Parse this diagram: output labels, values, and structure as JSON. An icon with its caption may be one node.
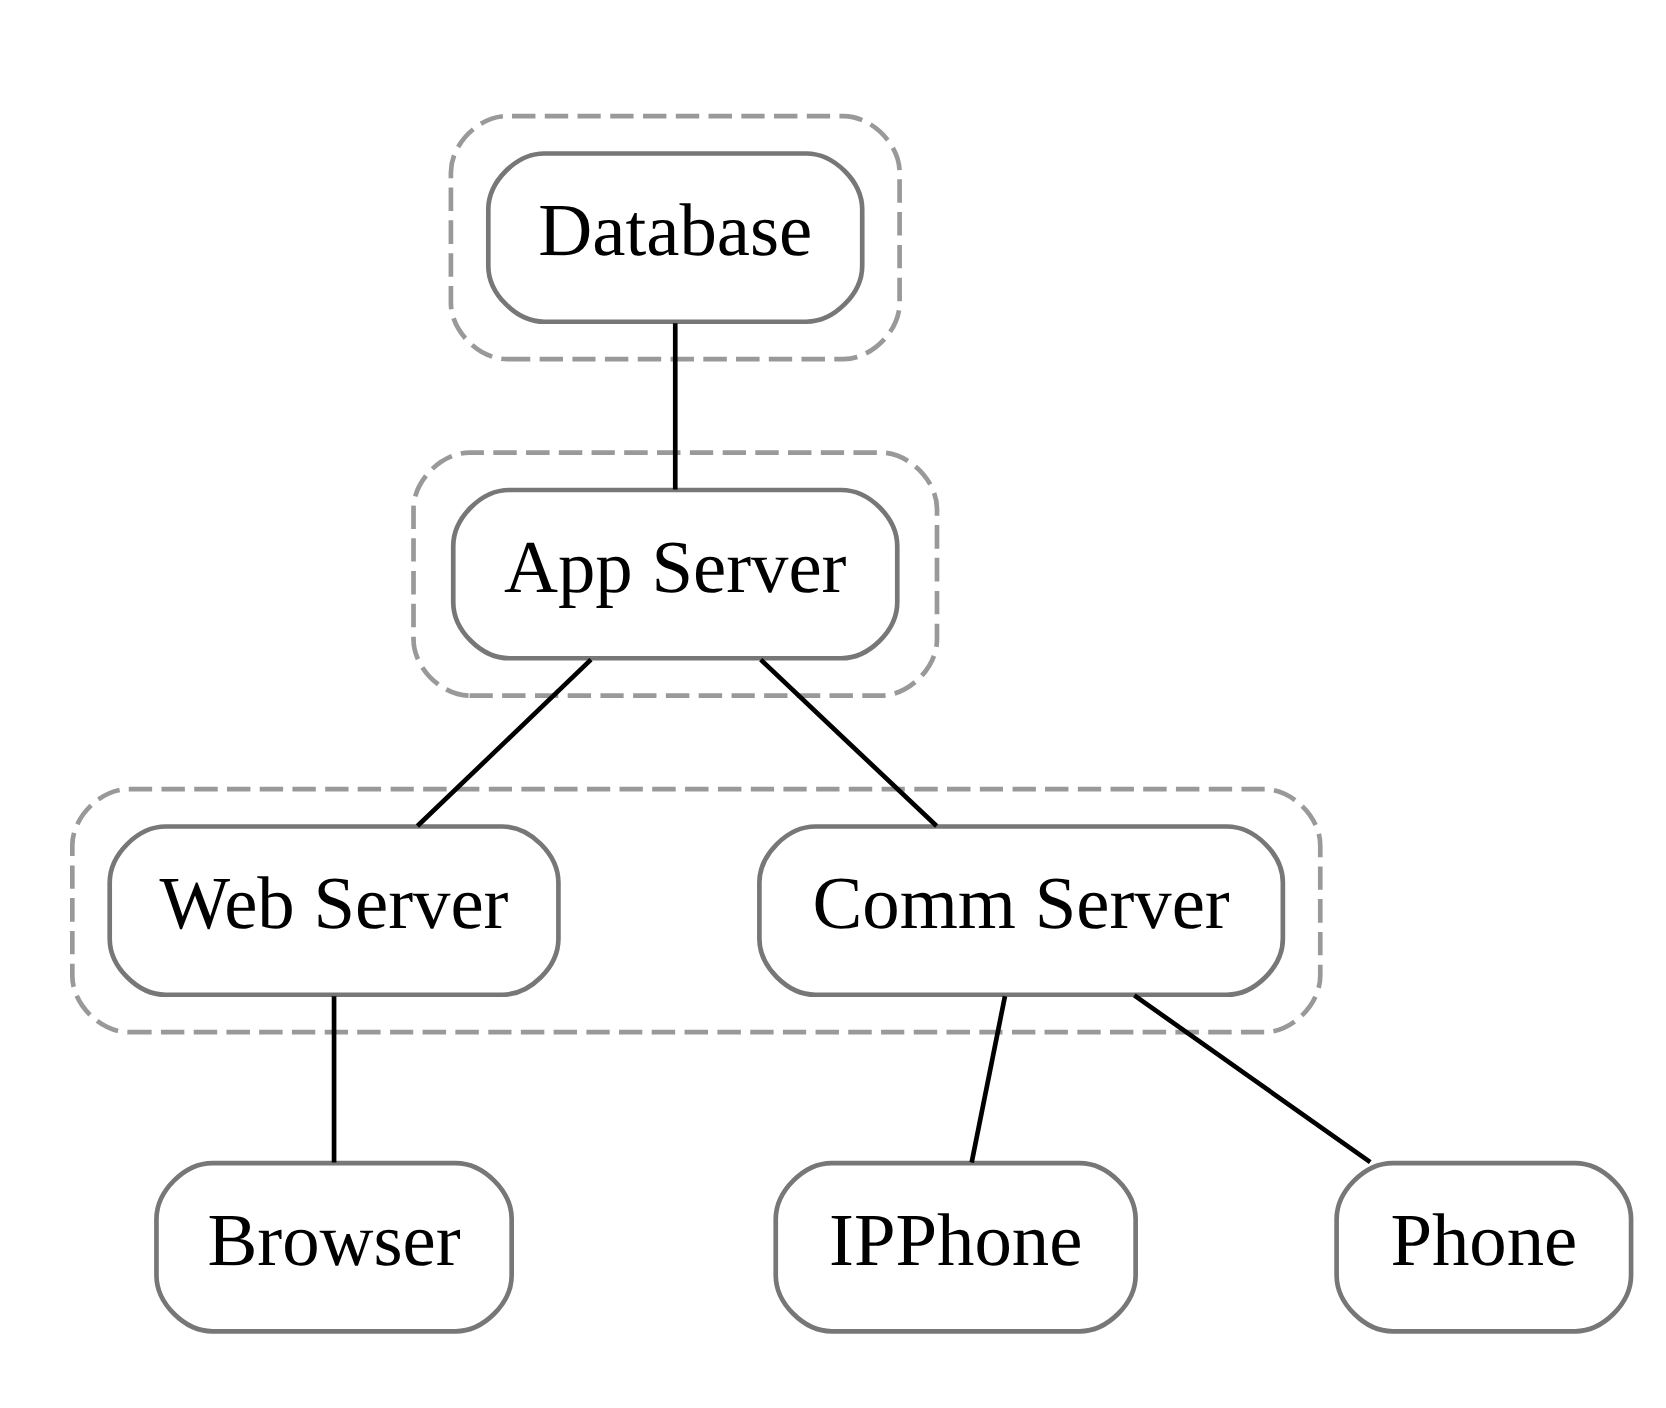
{
  "diagram": {
    "nodes": [
      {
        "text": [],
        "shape": "box"
      },
      {
        "text": [
          "Database"
        ],
        "in": 0
      },
      {
        "text": [],
        "shape": "box"
      },
      {
        "text": [
          "App Server"
        ],
        "in": 2
      },
      {
        "text": [],
        "shape": "box"
      },
      {
        "text": [
          "Web Server"
        ],
        "in": 4
      },
      {
        "text": [
          "Comm Server"
        ],
        "in": 4
      },
      {
        "text": [
          "Browser"
        ]
      },
      {
        "text": [
          "IPPhone"
        ]
      },
      {
        "text": [
          "Phone"
        ]
      }
    ],
    "edges": [
      {
        "from": 1,
        "to": 3,
        "arrow": "none"
      },
      {
        "from": 3,
        "to": 5,
        "arrow": "none"
      },
      {
        "from": 3,
        "to": 6,
        "arrow": "none"
      },
      {
        "from": 5,
        "to": 7,
        "arrow": "none"
      },
      {
        "from": 6,
        "to": 8,
        "arrow": "none"
      },
      {
        "from": 6,
        "to": 9,
        "arrow": "none"
      }
    ]
  }
}
